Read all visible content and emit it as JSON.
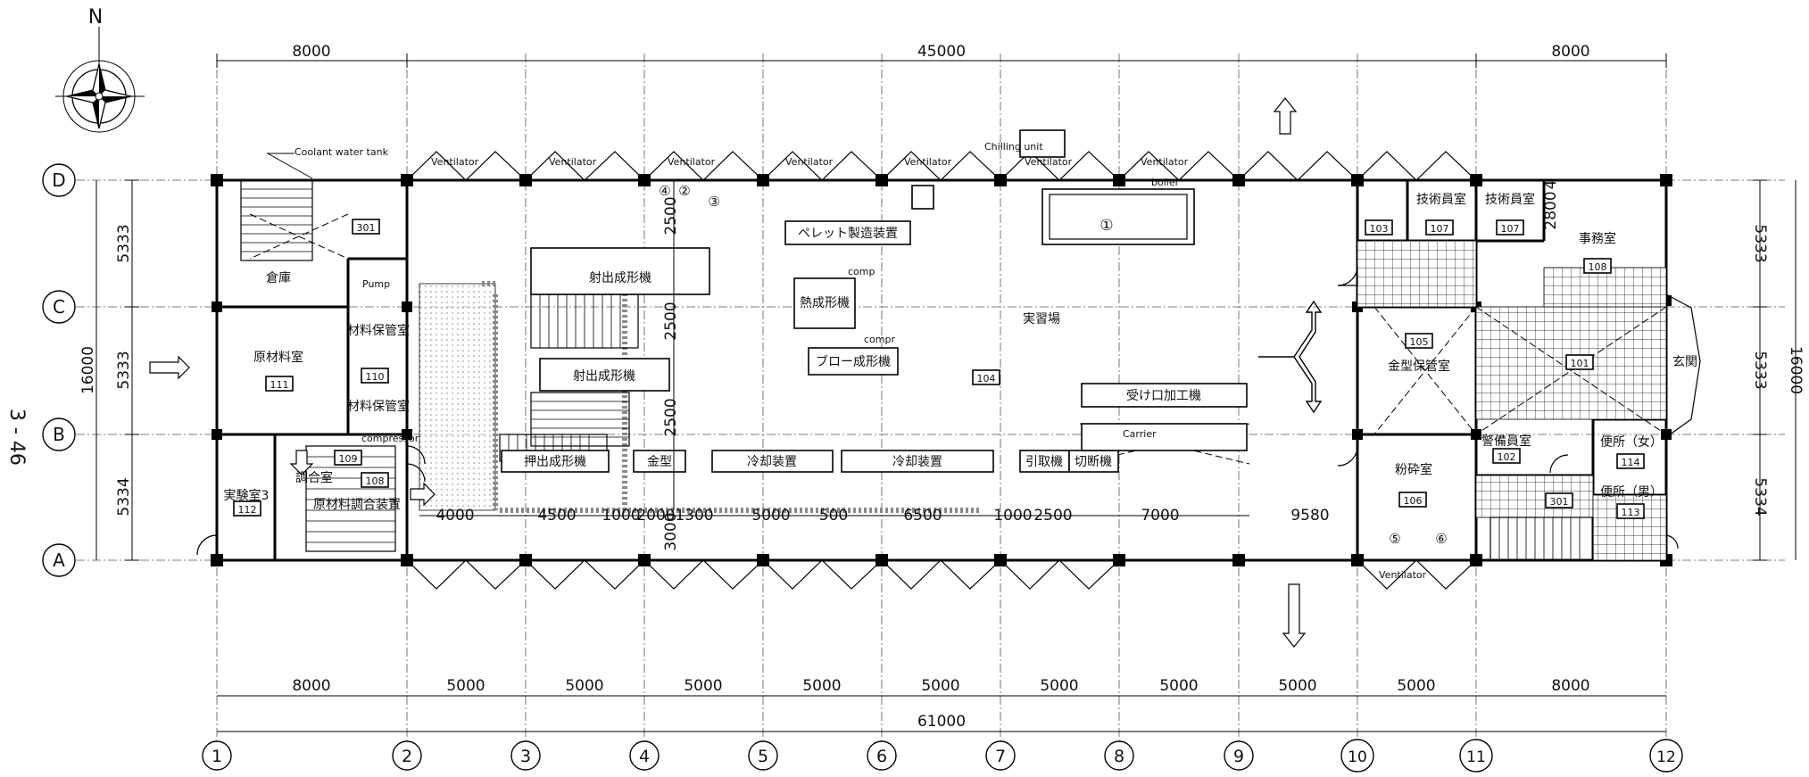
{
  "page": {
    "side_label": "3 - 46"
  },
  "compass": {
    "north": "N"
  },
  "dimensions": {
    "top": [
      "8000",
      "45000",
      "8000"
    ],
    "bottom_bays": [
      "8000",
      "5000",
      "5000",
      "5000",
      "5000",
      "5000",
      "5000",
      "5000",
      "5000",
      "5000",
      "8000"
    ],
    "bottom_total": "61000",
    "left": [
      "5333",
      "5333",
      "5334"
    ],
    "left_total": "16000",
    "right": [
      "5333",
      "5333",
      "5334"
    ],
    "right_total": "16000",
    "interior_row": [
      "4000",
      "4500",
      "1000",
      "2000",
      "1300",
      "5000",
      "500",
      "6500",
      "1000",
      "2500",
      "7000",
      "9580"
    ],
    "interior_vertical": [
      "2500",
      "2500",
      "2500",
      "3000"
    ],
    "office_small": "2800",
    "office_small_b": "4"
  },
  "axes": {
    "rows": [
      "D",
      "C",
      "B",
      "A"
    ],
    "columns": [
      "1",
      "2",
      "3",
      "4",
      "5",
      "6",
      "7",
      "8",
      "9",
      "10",
      "11",
      "12"
    ]
  },
  "annotations": {
    "coolant": "Coolant water tank",
    "ventilator": "Ventilator",
    "chilling": "Chilling unit",
    "boiler": "boiler",
    "pump": "Pump",
    "carrier": "Carrier",
    "compressor": "compressor",
    "comp_a": "comp",
    "comp_b": "compr"
  },
  "rooms": {
    "souko": "倉庫",
    "genzairyo": "原材料室",
    "zairyo1": "材料保管室",
    "zairyo2": "材料保管室",
    "jikken": "実験室3",
    "chogo": "調合室",
    "genzairyo_bottom": "原材料調合装置",
    "jisshujo": "実習場",
    "kanagata": "金型保管室",
    "funsai": "粉砕室",
    "gijutsu1": "技術員室",
    "gijutsu2": "技術員室",
    "jimu": "事務室",
    "keibi": "警備員室",
    "benjo_f": "便所（女）",
    "benjo_m": "便所（男）",
    "genkan": "玄関"
  },
  "room_numbers": {
    "r301": "301",
    "r111": "111",
    "r110": "110",
    "r109": "109",
    "r112": "112",
    "r104": "104",
    "r103": "103",
    "r107a": "107",
    "r107b": "107",
    "r108": "108",
    "r105": "105",
    "r101": "101",
    "r106": "106",
    "r102": "102",
    "r113": "113",
    "r301b": "301",
    "r114": "114",
    "r108b": "108"
  },
  "equipment": {
    "injection1": "射出成形機",
    "injection2": "射出成形機",
    "pellet": "ペレット製造装置",
    "thermo": "熱成形機",
    "blow": "ブロー成形機",
    "extrusion": "押出成形機",
    "mold": "金型",
    "cooling1": "冷却装置",
    "cooling2": "冷却装置",
    "puller": "引取機",
    "cutter": "切断機",
    "receiving": "受け口加工機"
  },
  "markers": {
    "m1": "①",
    "m2": "②",
    "m3": "③",
    "m4": "④",
    "m5": "⑤",
    "m6": "⑥"
  }
}
